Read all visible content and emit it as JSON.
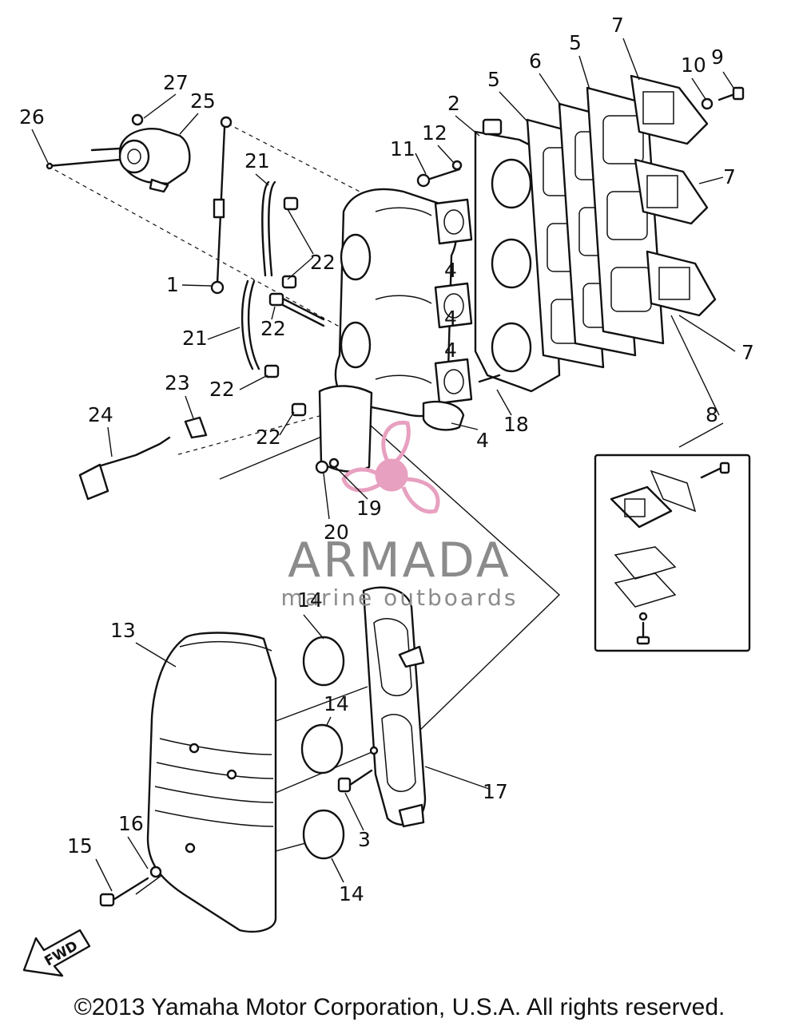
{
  "callouts": [
    {
      "n": "1"
    },
    {
      "n": "2"
    },
    {
      "n": "3"
    },
    {
      "n": "4"
    },
    {
      "n": "4"
    },
    {
      "n": "4"
    },
    {
      "n": "4"
    },
    {
      "n": "5"
    },
    {
      "n": "5"
    },
    {
      "n": "6"
    },
    {
      "n": "7"
    },
    {
      "n": "7"
    },
    {
      "n": "7"
    },
    {
      "n": "8"
    },
    {
      "n": "9"
    },
    {
      "n": "10"
    },
    {
      "n": "11"
    },
    {
      "n": "12"
    },
    {
      "n": "13"
    },
    {
      "n": "14"
    },
    {
      "n": "14"
    },
    {
      "n": "14"
    },
    {
      "n": "15"
    },
    {
      "n": "16"
    },
    {
      "n": "17"
    },
    {
      "n": "18"
    },
    {
      "n": "19"
    },
    {
      "n": "20"
    },
    {
      "n": "21"
    },
    {
      "n": "21"
    },
    {
      "n": "22"
    },
    {
      "n": "22"
    },
    {
      "n": "22"
    },
    {
      "n": "22"
    },
    {
      "n": "23"
    },
    {
      "n": "24"
    },
    {
      "n": "25"
    },
    {
      "n": "26"
    },
    {
      "n": "27"
    }
  ],
  "watermark": {
    "brand": "ARMADA",
    "tagline": "marine outboards",
    "accent_color": "#e8a0c0",
    "text_color": "#8b8b8b"
  },
  "arrow_label": "FWD",
  "copyright": "©2013 Yamaha Motor Corporation, U.S.A. All rights reserved."
}
